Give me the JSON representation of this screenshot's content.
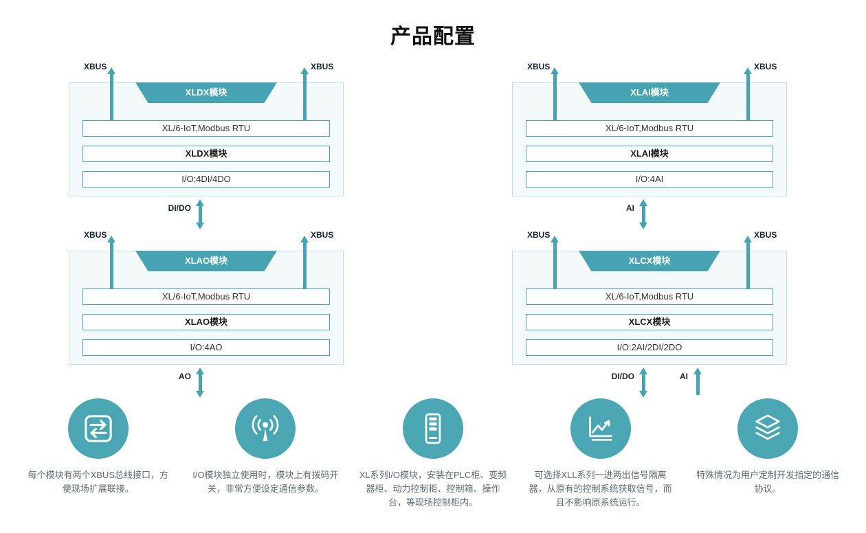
{
  "title": "产品配置",
  "colors": {
    "teal": "#47A3B2",
    "icon_circle": "#4AA6B2",
    "box_bg": "#F4FAFB",
    "box_border": "#C5E0E4",
    "dark_label": "#16242F",
    "feature_text": "#5D6B73"
  },
  "modules": [
    {
      "name": "XLDX模块",
      "bus_left": "XBUS",
      "bus_right": "XBUS",
      "rows": [
        "XL/6-IoT,Modbus RTU",
        "XLDX模块",
        "I/O:4DI/4DO"
      ],
      "ports": [
        {
          "label": "DI/DO"
        }
      ]
    },
    {
      "name": "XLAI模块",
      "bus_left": "XBUS",
      "bus_right": "XBUS",
      "rows": [
        "XL/6-IoT,Modbus RTU",
        "XLAI模块",
        "I/O:4AI"
      ],
      "ports": [
        {
          "label": "AI"
        }
      ]
    },
    {
      "name": "XLAO模块",
      "bus_left": "XBUS",
      "bus_right": "XBUS",
      "rows": [
        "XL/6-IoT,Modbus RTU",
        "XLAO模块",
        "I/O:4AO"
      ],
      "ports": [
        {
          "label": "AO"
        }
      ]
    },
    {
      "name": "XLCX模块",
      "bus_left": "XBUS",
      "bus_right": "XBUS",
      "rows": [
        "XL/6-IoT,Modbus RTU",
        "XLCX模块",
        "I/O:2AI/2DI/2DO"
      ],
      "ports": [
        {
          "label": "DI/DO"
        },
        {
          "label": "AI"
        }
      ]
    }
  ],
  "features": [
    {
      "icon": "transfer-icon",
      "text": "每个模块有两个XBUS总线接口，方便现场扩展联接。"
    },
    {
      "icon": "broadcast-icon",
      "text": "I/O模块独立使用时，模块上有拨码开关，非常方便设定通信参数。"
    },
    {
      "icon": "cabinet-icon",
      "text": "XL系列I/O模块，安装在PLC柜、变频器柜、动力控制柜、控制箱、操作台，等现场控制柜内。"
    },
    {
      "icon": "line-chart-icon",
      "text": "可选择XLL系列一进两出信号隔离器，从原有的控制系统获取信号，而且不影响原系统运行。"
    },
    {
      "icon": "layers-icon",
      "text": "特殊情况为用户定制开发指定的通信协议。"
    }
  ]
}
